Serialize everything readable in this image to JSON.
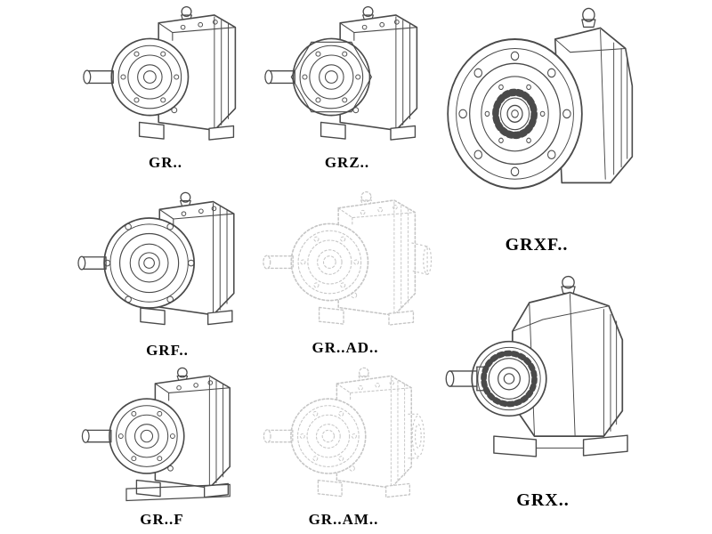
{
  "page": {
    "background": "#ffffff",
    "line_color": "#4a4a4a",
    "ghost_line_color": "#c6c6c6"
  },
  "figures": [
    {
      "id": "gr",
      "label": "GR..",
      "style": "solid"
    },
    {
      "id": "grz",
      "label": "GRZ..",
      "style": "solid"
    },
    {
      "id": "grxf",
      "label": "GRXF..",
      "style": "solid"
    },
    {
      "id": "grf",
      "label": "GRF..",
      "style": "solid"
    },
    {
      "id": "gr-ad",
      "label": "GR..AD..",
      "style": "ghost"
    },
    {
      "id": "gr-f",
      "label": "GR..F",
      "style": "solid"
    },
    {
      "id": "gr-am",
      "label": "GR..AM..",
      "style": "ghost"
    },
    {
      "id": "grx",
      "label": "GRX..",
      "style": "solid"
    }
  ]
}
